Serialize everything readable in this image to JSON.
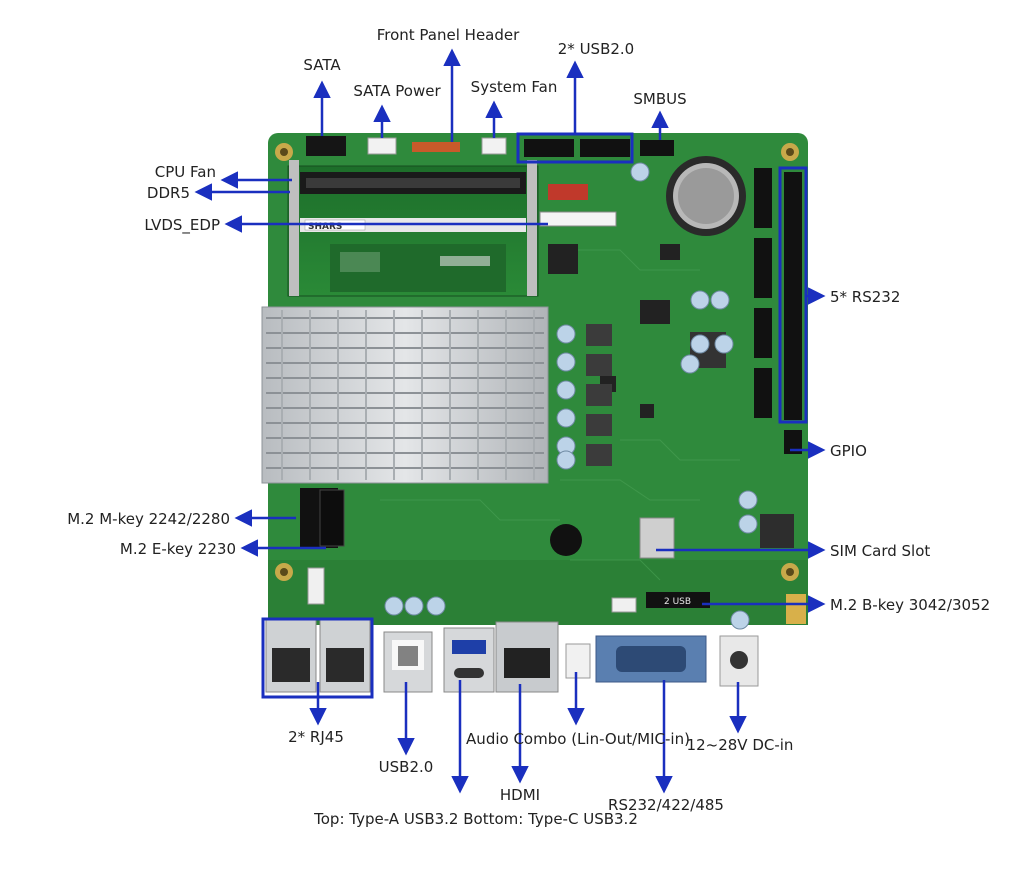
{
  "labels": {
    "sata": "SATA",
    "front_panel_header": "Front Panel Header",
    "usb20_header": "2* USB2.0",
    "sata_power": "SATA Power",
    "system_fan": "System Fan",
    "smbus": "SMBUS",
    "cpu_fan": "CPU Fan",
    "ddr5": "DDR5",
    "lvds_edp": "LVDS_EDP",
    "rs232_5x": "5* RS232",
    "gpio": "GPIO",
    "m2_mkey": "M.2 M-key 2242/2280",
    "m2_ekey": "M.2 E-key 2230",
    "sim_card_slot": "SIM Card Slot",
    "m2_bkey": "M.2 B-key 3042/3052",
    "rj45": "2* RJ45",
    "usb20_port": "USB2.0",
    "hdmi": "HDMI",
    "usb32_line1": "Top: Type-A USB3.2",
    "usb32_line2": "Bottom: Type-C USB3.2",
    "audio_line1": "Audio Combo",
    "audio_line2": "(Lin-Out/MIC-in)",
    "rs232_422_485": "RS232/422/485",
    "dc_in": "12~28V DC-in"
  },
  "board_text": {
    "ram_brand": "SHARS",
    "usb_silk": "2 USB"
  },
  "colors": {
    "pcb": "#2f8a3c",
    "pcb_dark": "#1f6a2b",
    "annotation": "#1a2fbf",
    "heatsink": "#c9cccf",
    "heatsink_dark": "#9ea3a7",
    "silver": "#d8dadc"
  }
}
